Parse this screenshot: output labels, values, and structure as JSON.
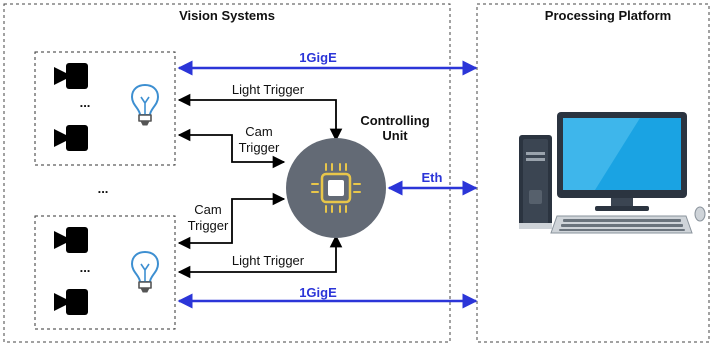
{
  "groups": {
    "vision_systems": "Vision Systems",
    "processing_platform": "Processing Platform"
  },
  "controller": {
    "label_line1": "Controlling",
    "label_line2": "Unit"
  },
  "links": {
    "top_bus": "1GigE",
    "bottom_bus": "1GigE",
    "eth": "Eth",
    "light_trigger_top": "Light Trigger",
    "light_trigger_bottom": "Light Trigger",
    "cam_trigger_top_line1": "Cam",
    "cam_trigger_top_line2": "Trigger",
    "cam_trigger_bottom_line1": "Cam",
    "cam_trigger_bottom_line2": "Trigger"
  },
  "ellipsis": {
    "unit_top_dots": "...",
    "units_between_dots": "...",
    "unit_bottom_dots": "..."
  },
  "colors": {
    "bus_blue": "#2b35d8",
    "chip_disc": "#636a75",
    "chip_accent": "#e8c64a",
    "bulb_blue": "#3d8fd1",
    "camera": "#000000"
  },
  "icons": [
    "camera-icon",
    "light-bulb-icon",
    "chip-icon",
    "desktop-computer-icon"
  ]
}
